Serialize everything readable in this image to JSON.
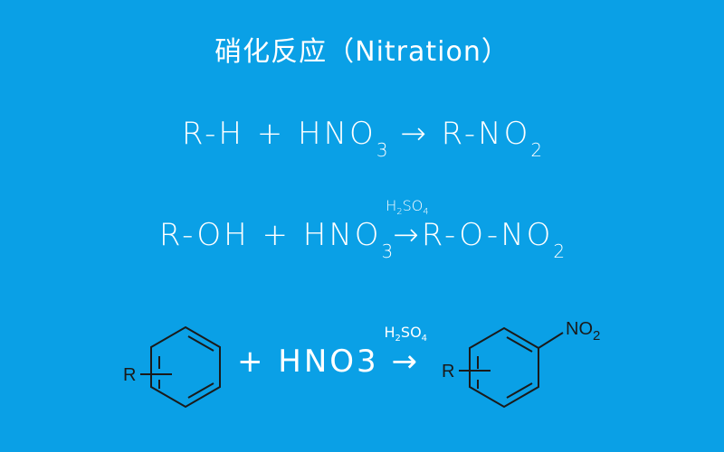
{
  "title": "硝化反应（Nitration）",
  "equations": [
    {
      "lhs": "R-H + HNO",
      "lhs_sub": "3",
      "arrow": "→",
      "rhs": "R-NO",
      "rhs_sub": "2"
    },
    {
      "lhs": "R-OH + HNO",
      "lhs_sub": "3",
      "arrow": "→",
      "catalyst": "H",
      "catalyst_sub1": "2",
      "catalyst_mid": "SO",
      "catalyst_sub2": "4",
      "rhs": "R-O-NO",
      "rhs_sub": "2"
    },
    {
      "lhs_substituent": "R",
      "lhs": "+ HNO3",
      "arrow": "→",
      "catalyst": "H",
      "catalyst_sub1": "2",
      "catalyst_mid": "SO",
      "catalyst_sub2": "4",
      "rhs_substituent": "R",
      "rhs_group": "NO",
      "rhs_group_sub": "2"
    }
  ],
  "colors": {
    "background": "#0aa0e6",
    "text": "#ffffff",
    "structure": "#1a1a1a"
  }
}
